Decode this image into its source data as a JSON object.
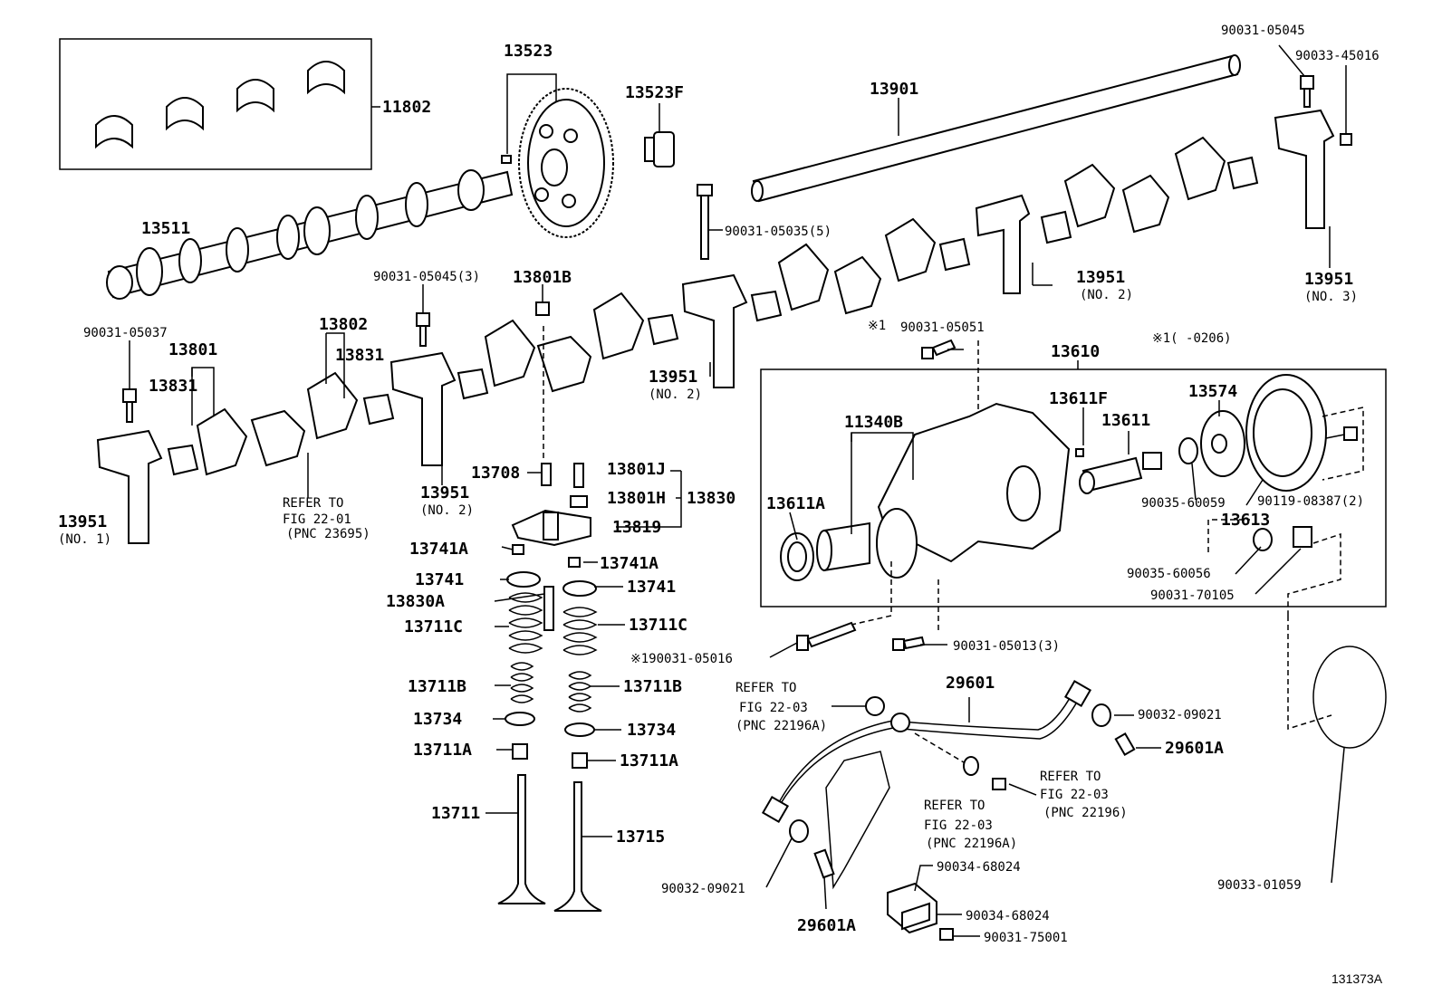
{
  "diagram": {
    "figure_id": "131373A",
    "labels": {
      "p11802": "11802",
      "p13523": "13523",
      "p13523F": "13523F",
      "p13901": "13901",
      "p90031_05045": "90031-05045",
      "p90033_45016": "90033-45016",
      "p13511": "13511",
      "p90031_05035": "90031-05035(5)",
      "p13951_no3": "13951",
      "no3": "(NO. 3)",
      "p13951_no2_right": "13951",
      "no2_right": "(NO. 2)",
      "p90031_05045_3": "90031-05045(3)",
      "p13801B": "13801B",
      "p90031_05037": "90031-05037",
      "p13802": "13802",
      "p13801": "13801",
      "p13831_a": "13831",
      "p13831_b": "13831",
      "p13951_no2_center": "13951",
      "no2_center": "(NO. 2)",
      "mark1_a": "※1",
      "p90031_05051": "90031-05051",
      "mark1_b": "※1(      -0206)",
      "p13610": "13610",
      "p13611F": "13611F",
      "p13574": "13574",
      "p11340B": "11340B",
      "p13611": "13611",
      "p13611A": "13611A",
      "p90035_60059": "90035-60059",
      "p90119_08387": "90119-08387(2)",
      "p13613": "13613",
      "p90035_60056": "90035-60056",
      "p90031_70105": "90031-70105",
      "p13708": "13708",
      "p13801J": "13801J",
      "p13801H": "13801H",
      "p13830": "13830",
      "p13819": "13819",
      "refer1": "REFER TO",
      "refer1b": "FIG 22-01",
      "refer1c": "(PNC 23695)",
      "p13951_no2_left": "13951",
      "no2_left": "(NO. 2)",
      "p13951_no1": "13951",
      "no1": "(NO. 1)",
      "p13741A_l": "13741A",
      "p13741A_r": "13741A",
      "p13741_l": "13741",
      "p13741_r": "13741",
      "p13830A": "13830A",
      "p13711C_l": "13711C",
      "p13711C_r": "13711C",
      "p90031_05016": "※190031-05016",
      "p90031_05013": "90031-05013(3)",
      "p13711B_l": "13711B",
      "p13711B_r": "13711B",
      "p29601": "29601",
      "refer2": "REFER TO",
      "refer2b": "FIG 22-03",
      "refer2c": "(PNC 22196A)",
      "p90032_09021_r": "90032-09021",
      "p13734_l": "13734",
      "p13734_r": "13734",
      "p29601A_r": "29601A",
      "p13711A_l": "13711A",
      "p13711A_r": "13711A",
      "refer3": "REFER TO",
      "refer3b": "FIG 22-03",
      "refer3c": "(PNC 22196)",
      "refer4": "REFER TO",
      "refer4b": "FIG 22-03",
      "refer4c": "(PNC 22196A)",
      "p13711": "13711",
      "p13715": "13715",
      "p90034_68024_a": "90034-68024",
      "p90034_68024_b": "90034-68024",
      "p90032_09021_l": "90032-09021",
      "p29601A_l": "29601A",
      "p90031_75001": "90031-75001",
      "p90033_01059": "90033-01059"
    }
  }
}
